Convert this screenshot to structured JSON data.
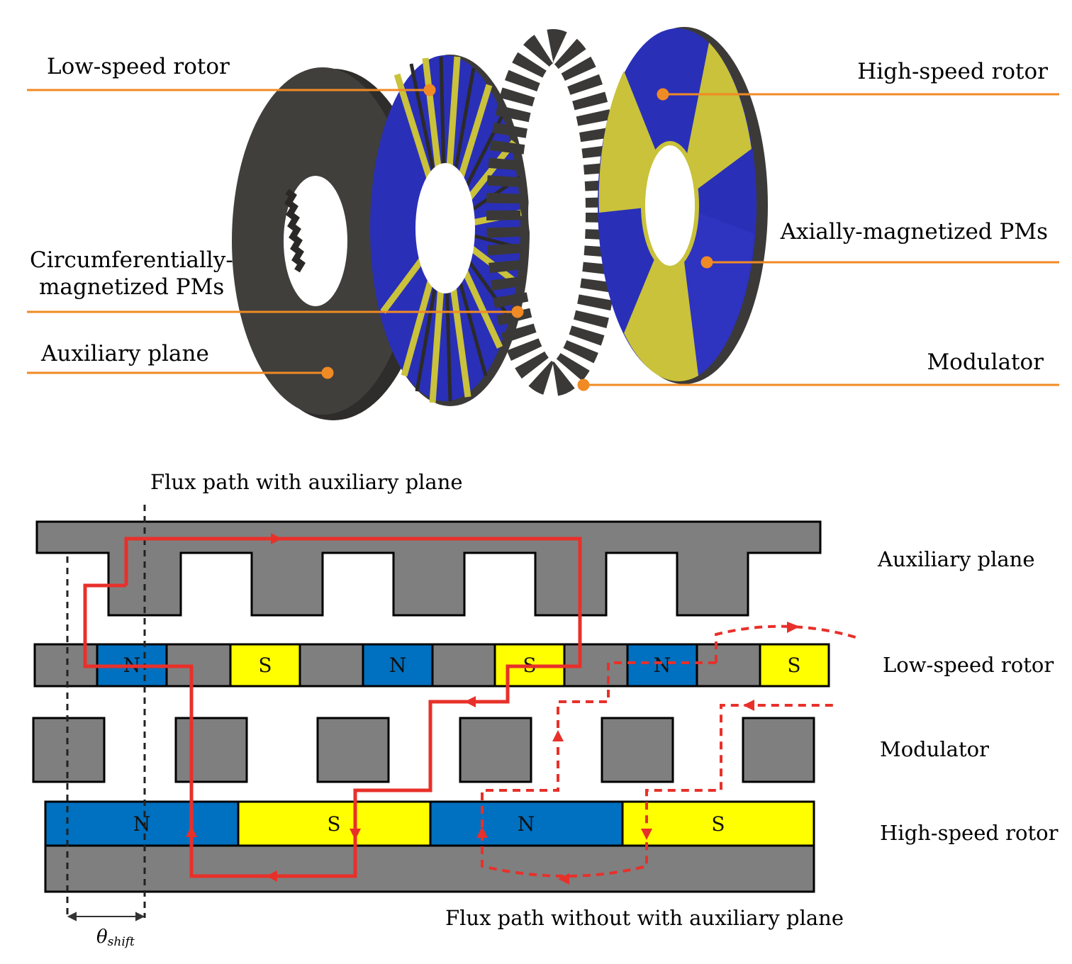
{
  "top_labels": {
    "low_speed_rotor": "Low-speed rotor",
    "high_speed_rotor": "High-speed rotor",
    "axially_pms": "Axially-magnetized PMs",
    "circ_pms_line1": "Circumferentially-",
    "circ_pms_line2": "magnetized PMs",
    "auxiliary_plane": "Auxiliary plane",
    "modulator": "Modulator"
  },
  "diagram": {
    "flux_with": "Flux path with auxiliary plane",
    "flux_without": "Flux path without with auxiliary plane",
    "row_aux": "Auxiliary plane",
    "row_low": "Low-speed rotor",
    "row_mod": "Modulator",
    "row_high": "High-speed rotor",
    "theta": "θ",
    "theta_sub": "shift",
    "low_poles": [
      "N",
      "S",
      "N",
      "S",
      "N",
      "S"
    ],
    "high_poles": [
      "N",
      "S",
      "N",
      "S"
    ]
  },
  "colors": {
    "leader": "#f08a24",
    "iron": "#7f7f7f",
    "pm_north": "#0070c0",
    "pm_south": "#ffff00",
    "flux": "#e8302a",
    "disk_dark": "#3d3c3a",
    "disk_blue": "#2a2fb8",
    "disk_yellow": "#c9c23a"
  }
}
